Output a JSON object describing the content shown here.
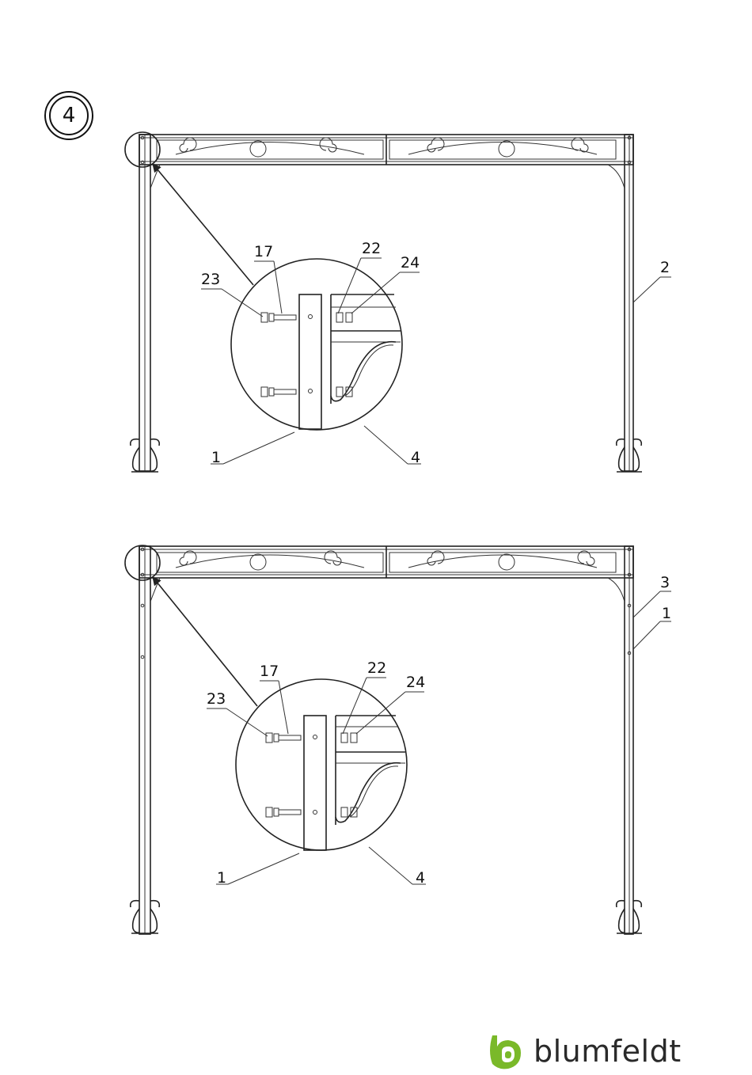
{
  "step": {
    "number": "4"
  },
  "top_diagram": {
    "labels": {
      "l17": "17",
      "l22": "22",
      "l24": "24",
      "l23": "23",
      "l2": "2",
      "l1": "1",
      "l4": "4"
    }
  },
  "bottom_diagram": {
    "labels": {
      "l17": "17",
      "l22": "22",
      "l24": "24",
      "l23": "23",
      "l3": "3",
      "l1_side": "1",
      "l1": "1",
      "l4": "4"
    }
  },
  "brand": {
    "name": "blumfeldt",
    "color": "#7ab929"
  }
}
